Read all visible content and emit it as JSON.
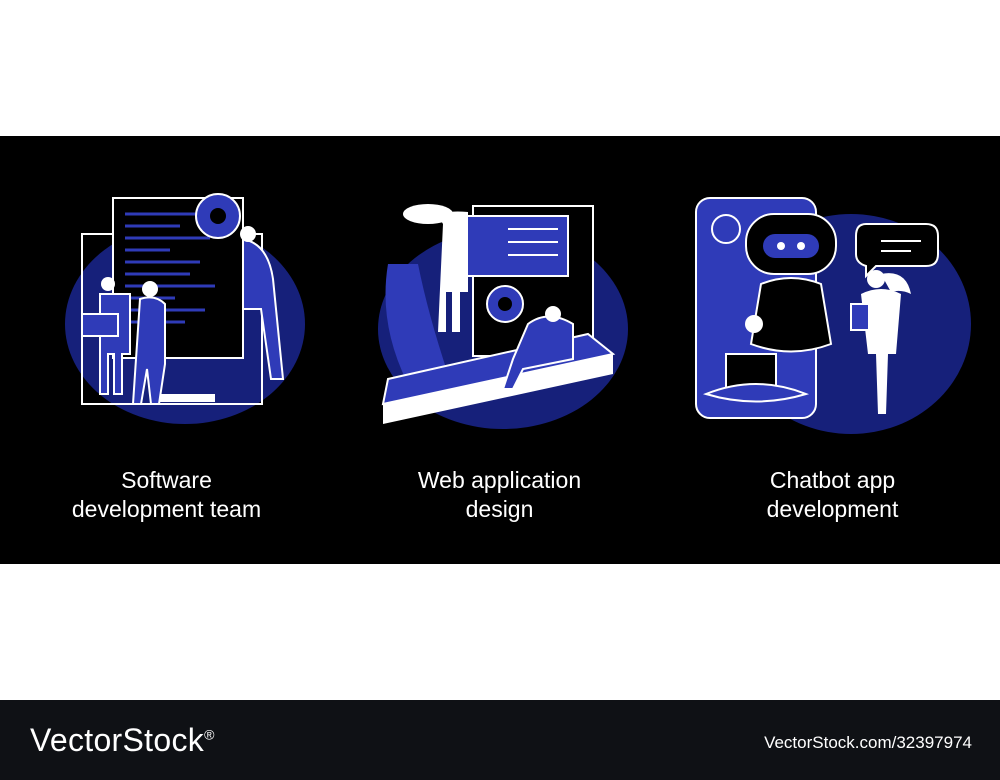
{
  "colors": {
    "accent": "#2f3bb8",
    "dark_blob": "#16207a",
    "band": "#000000",
    "footer": "#0f1115",
    "line": "#ffffff"
  },
  "panels": [
    {
      "caption_line1": "Software",
      "caption_line2": "development team",
      "icon": "software-team-illustration"
    },
    {
      "caption_line1": "Web application",
      "caption_line2": "design",
      "icon": "web-app-design-illustration"
    },
    {
      "caption_line1": "Chatbot app",
      "caption_line2": "development",
      "icon": "chatbot-illustration"
    }
  ],
  "footer": {
    "brand": "VectorStock",
    "brand_mark": "®",
    "image_id": "VectorStock.com/32397974"
  }
}
